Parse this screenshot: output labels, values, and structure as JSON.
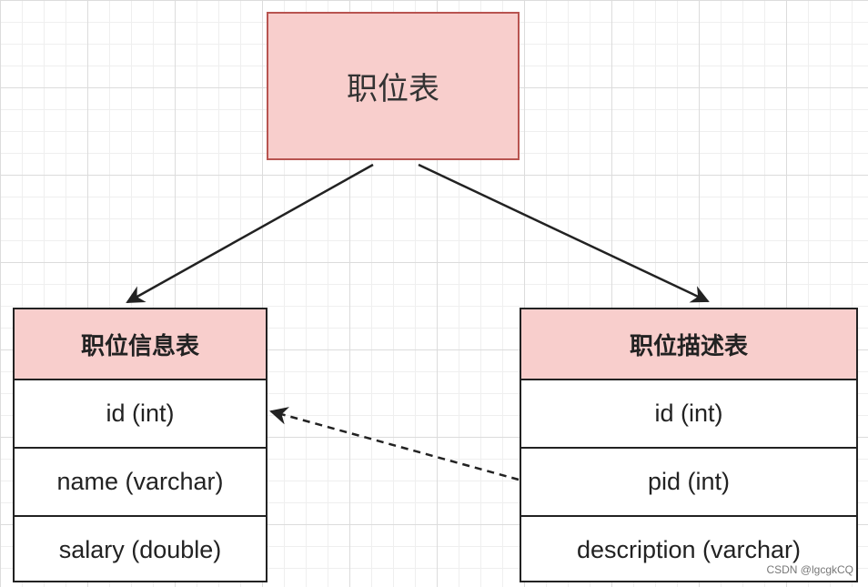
{
  "nodes": {
    "top": {
      "label": "职位表"
    },
    "left": {
      "title": "职位信息表",
      "fields": [
        "id (int)",
        "name (varchar)",
        "salary (double)"
      ]
    },
    "right": {
      "title": "职位描述表",
      "fields": [
        "id (int)",
        "pid (int)",
        "description (varchar)"
      ]
    }
  },
  "colors": {
    "header_fill": "#f8cecc",
    "header_stroke": "#b85450",
    "line": "#222222"
  },
  "watermark": "CSDN @lgcgkCQ"
}
